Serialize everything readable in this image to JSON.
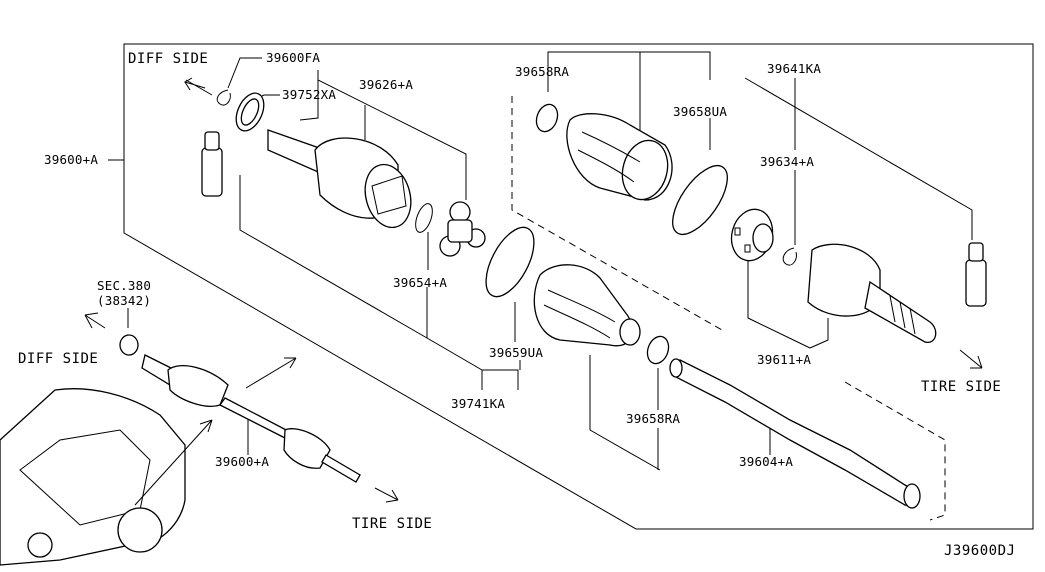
{
  "side_labels": {
    "diff_side_top": "DIFF SIDE",
    "diff_side_left": "DIFF SIDE",
    "tire_side_right": "TIRE SIDE",
    "tire_side_bottom": "TIRE SIDE"
  },
  "section_ref": {
    "line1": "SEC.380",
    "line2": "(38342)"
  },
  "part_numbers": {
    "p39600FA": "39600FA",
    "p39752XA": "39752XA",
    "p39626A": "39626+A",
    "p39600A_box": "39600+A",
    "p39600A_car": "39600+A",
    "p39658RA_top": "39658RA",
    "p39658UA": "39658UA",
    "p39641KA": "39641KA",
    "p39634A": "39634+A",
    "p39654A": "39654+A",
    "p39659UA": "39659UA",
    "p39741KA": "39741KA",
    "p39658RA_bottom": "39658RA",
    "p39611A": "39611+A",
    "p39604A": "39604+A"
  },
  "diagram_id": "J39600DJ"
}
